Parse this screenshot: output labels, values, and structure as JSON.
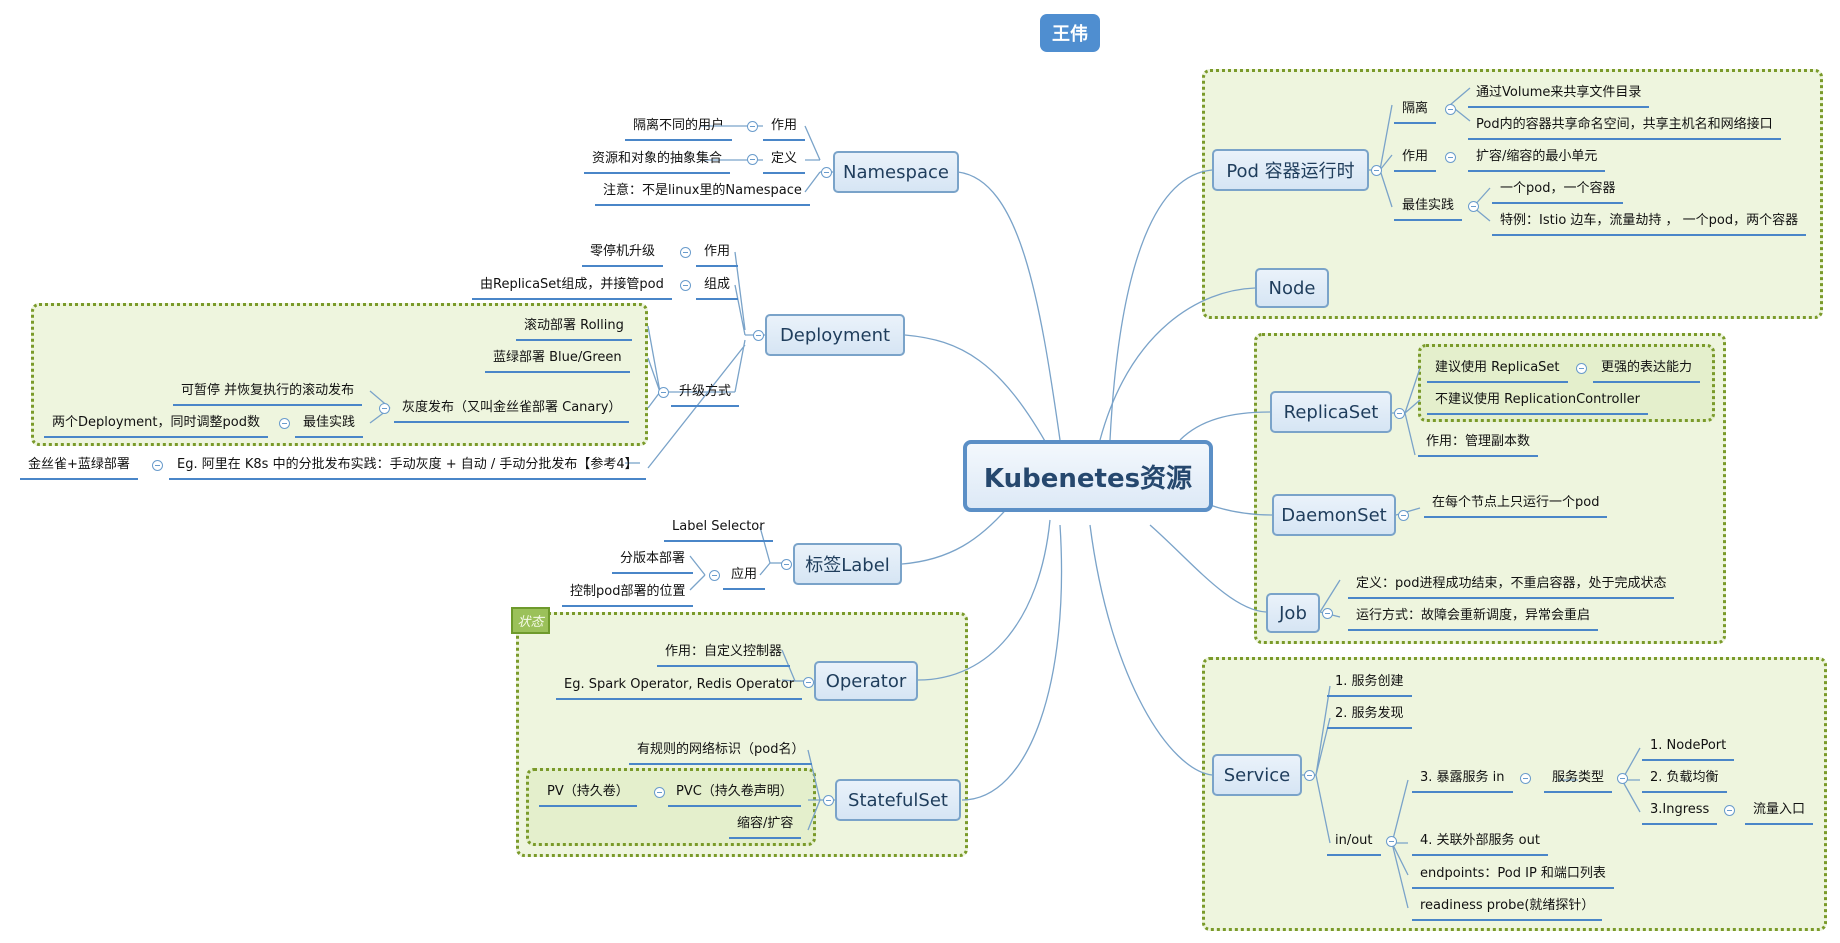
{
  "author": "王伟",
  "root": "Kubenetes资源",
  "topics": {
    "namespace": "Namespace",
    "deployment": "Deployment",
    "label": "标签Label",
    "operator": "Operator",
    "statefulset": "StatefulSet",
    "pod": "Pod  容器运行时",
    "node": "Node",
    "replicaset": "ReplicaSet",
    "daemonset": "DaemonSet",
    "job": "Job",
    "service": "Service"
  },
  "namespace": {
    "role": "作用",
    "role_text": "隔离不同的用户",
    "def": "定义",
    "def_text": "资源和对象的抽象集合",
    "note": "注意：不是linux里的Namespace"
  },
  "deployment": {
    "role": "作用",
    "role_text": "零停机升级",
    "compose": "组成",
    "compose_text": "由ReplicaSet组成，并接管pod",
    "upgrade": "升级方式",
    "rolling": "滚动部署 Rolling",
    "bluegreen": "蓝绿部署  Blue/Green",
    "canary": "灰度发布（又叫金丝雀部署  Canary）",
    "pause": "可暂停 并恢复执行的滚动发布",
    "best": "最佳实践",
    "best_text": "两个Deployment，同时调整pod数",
    "eg": "Eg. 阿里在 K8s 中的分批发布实践：手动灰度 + 自动 / 手动分批发布【参考4】",
    "eg_left": "金丝雀+蓝绿部署"
  },
  "label": {
    "selector": "Label Selector",
    "apply": "应用",
    "multi": "分版本部署",
    "ctrl": "控制pod部署的位置"
  },
  "tag": "状态",
  "operator": {
    "role": "作用：自定义控制器",
    "eg": "Eg. Spark Operator, Redis Operator"
  },
  "statefulset": {
    "net": "有规则的网络标识（pod名）",
    "pvc": "PVC（持久卷声明）",
    "pv": "PV（持久卷）",
    "scale": "缩容/扩容"
  },
  "pod": {
    "iso": "隔离",
    "iso1": "通过Volume来共享文件目录",
    "iso2": "Pod内的容器共享命名空间，共享主机名和网络接口",
    "role": "作用",
    "role_text": "扩容/缩容的最小单元",
    "best": "最佳实践",
    "best1": "一个pod，一个容器",
    "best2": "特例：Istio 边车，流量劫持 ，  一个pod，两个容器"
  },
  "replicaset": {
    "rec": "建议使用 ReplicaSet",
    "rec_why": "更强的表达能力",
    "norec": "不建议使用 ReplicationController",
    "role": "作用：管理副本数"
  },
  "daemonset": {
    "desc": "在每个节点上只运行一个pod"
  },
  "job": {
    "def": "定义：pod进程成功结束，不重启容器，处于完成状态",
    "run": "运行方式：故障会重新调度，异常会重启"
  },
  "service": {
    "create": "1. 服务创建",
    "discover": "2. 服务发现",
    "inout": "in/out",
    "expose": "3. 暴露服务 in",
    "types": "服务类型",
    "t1": "1. NodePort",
    "t2": "2. 负载均衡",
    "t3": "3.Ingress",
    "t3_text": "流量入口",
    "out": "4. 关联外部服务 out",
    "ep": "endpoints：Pod IP 和端口列表",
    "probe": "readiness probe(就绪探针）"
  }
}
